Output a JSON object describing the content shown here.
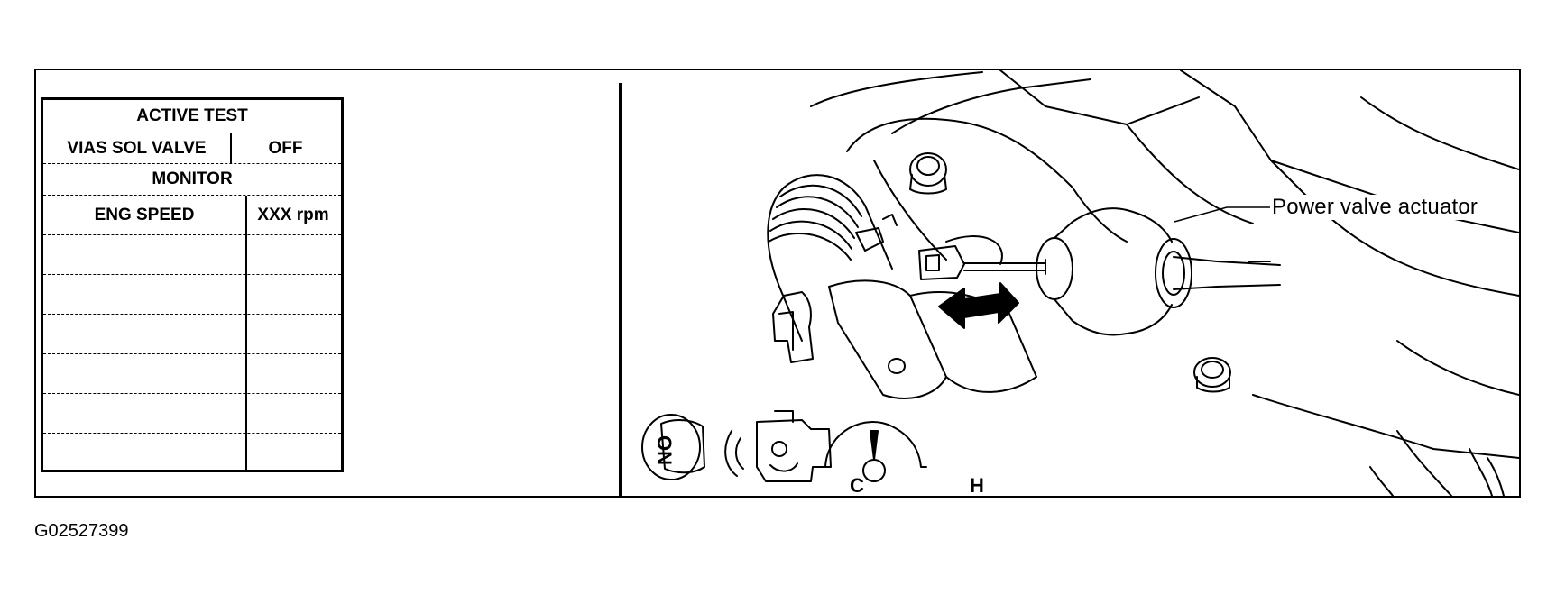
{
  "panel": {
    "active_test": "ACTIVE TEST",
    "item_label": "VIAS SOL VALVE",
    "item_value": "OFF",
    "monitor": "MONITOR",
    "monitor_label": "ENG SPEED",
    "monitor_value": "XXX rpm"
  },
  "illustration": {
    "callout": "Power valve actuator",
    "key_label": "ON",
    "gauge_cold": "C",
    "gauge_hot": "H"
  },
  "figure_id": "G02527399"
}
